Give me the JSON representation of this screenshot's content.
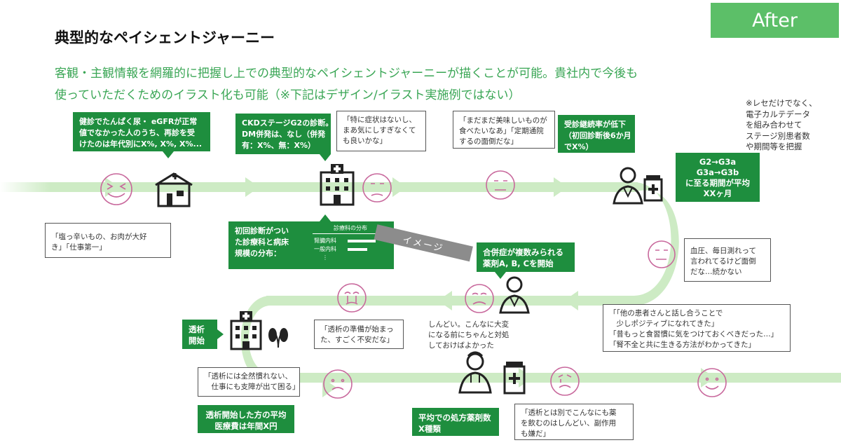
{
  "badge": "After",
  "title": "典型的なペイシェントジャーニー",
  "lead": "客観・主観情報を網羅的に把握し上での典型的なペイシェントジャーニーが描くことが可能。貴社内で今後も\n使っていただくためのイラスト化も可能（※下記はデザイン/イラスト実施例ではない）",
  "note": "※レセだけでなく、\n電子カルテデータ\nを組み合わせて\nステージ別患者数\nや期間等を把握",
  "green_boxes": {
    "checkup": "健診でたんぱく尿・ eGFRが正常\n値でなかった人のうち、再診を受\nけたのは年代別にX%, X%, X%...",
    "ckd_g2": "CKDステージG2の診断。\nDM併発は、なし（併発\n有：X%、無：X%）",
    "retention": "受診継続率が低下\n（初回診断後6か月\nでX%）",
    "g2_g3": "G2→G3a\nG3a→G3b\nに至る期間が平均\nXXヶ月",
    "first_dept": "初回診断がつい\nた診療科と病床\n規模の分布：",
    "complication": "合併症が複数みられる\n薬剤A, B, Cを開始",
    "dialysis": "透析\n開始",
    "dialysis_cost": "透析開始した方の平均\n医療費は年間X円",
    "avg_rx": "平均での処方薬剤数\nX種類"
  },
  "dept_chart": {
    "title": "診療科の分布",
    "rows": [
      "腎臓内科",
      "一般内科",
      "⋮"
    ]
  },
  "image_label": "イメージ",
  "speech": {
    "salty": "「塩っ辛いもの、お肉が大好\nき」「仕事第一」",
    "no_symptom": "「特に症状はないし、\nまあ気にしすぎなくて\nも良いかな」",
    "want_eat": "「まだまだ美味しいものが\n食べたいなあ」「定期通院\nするの面倒だな」",
    "bp": "血圧、毎日測れって\n言われてるけど面倒\nだな…続かない",
    "dialysis_fear": "「透析の準備が始まっ\nた、すごく不安だな」",
    "regret": "しんどい。こんなに大変\nになる前にちゃんと対処\nしておけばよかった",
    "peers": "「「他の患者さんと話し合うことで\n　少しポジティブになれてきた」\n「昔もっと食習慣に気をつけておくべきだった…」\n「腎不全と共に生きる方法がわかってきた」",
    "work": "「透析には全然慣れない、\n　仕事にも支障が出て困る」",
    "pills": "「透析とは別でこんなにも薬\nを飲むのはしんどい、副作用\nも嫌だ」"
  },
  "colors": {
    "accent_green": "#1e8e3e",
    "badge_green": "#5cbf68",
    "road": "#cdebc4",
    "face_pink": "#c8689c"
  }
}
